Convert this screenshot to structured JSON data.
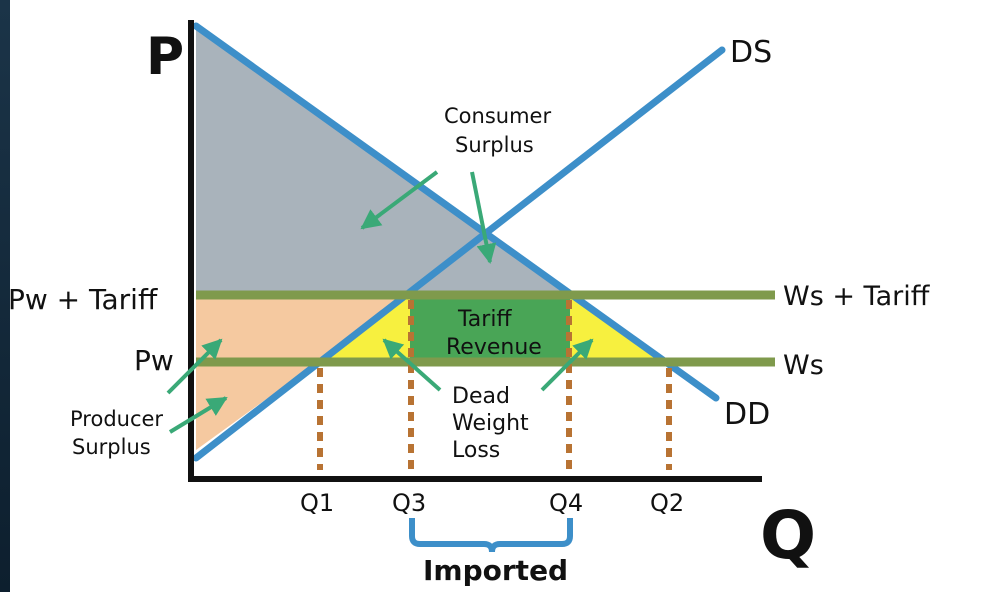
{
  "axes": {
    "y_label": "P",
    "x_label": "Q"
  },
  "curves": {
    "supply_label": "DS",
    "demand_label": "DD",
    "world_price_label": "Ws",
    "world_price_tariff_label": "Ws + Tariff"
  },
  "price_labels": {
    "pw": "Pw",
    "pw_tariff": "Pw + Tariff"
  },
  "quantities": [
    "Q1",
    "Q3",
    "Q4",
    "Q2"
  ],
  "annotations": {
    "consumer_surplus": [
      "Consumer",
      "Surplus"
    ],
    "producer_surplus": [
      "Producer",
      "Surplus"
    ],
    "tariff_revenue": [
      "Tariff",
      "Revenue"
    ],
    "dead_weight_loss": [
      "Dead",
      "Weight",
      "Loss"
    ],
    "imported": "Imported"
  },
  "colors": {
    "curve": "#3d8fc9",
    "price_line": "#7f9a4c",
    "consumer_surplus": "#a9b3bb",
    "producer_surplus": "#f5c9a0",
    "tariff_revenue": "#49a556",
    "dead_weight_loss": "#f7f03f",
    "arrow": "#3aa977",
    "guide": "#b87333",
    "bracket": "#3d8fc9"
  }
}
